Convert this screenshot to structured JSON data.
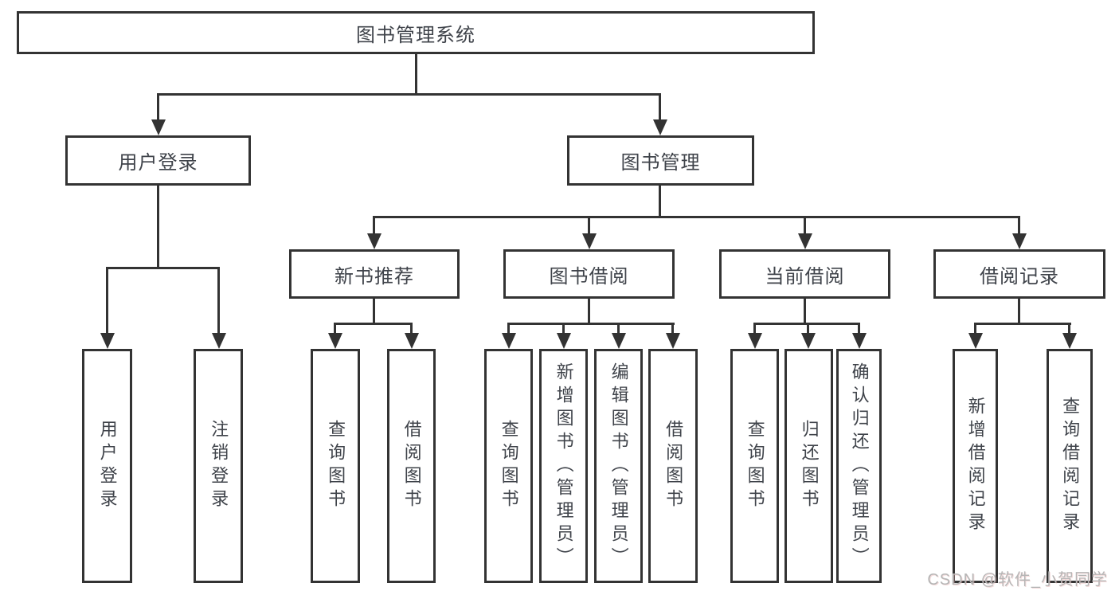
{
  "tree": {
    "label": "图书管理系统",
    "children": [
      {
        "label": "用户登录",
        "children": [
          {
            "label": "用户登录"
          },
          {
            "label": "注销登录"
          }
        ]
      },
      {
        "label": "图书管理",
        "children": [
          {
            "label": "新书推荐",
            "children": [
              {
                "label": "查询图书"
              },
              {
                "label": "借阅图书"
              }
            ]
          },
          {
            "label": "图书借阅",
            "children": [
              {
                "label": "查询图书"
              },
              {
                "label": "新增图书（管理员）"
              },
              {
                "label": "编辑图书（管理员）"
              },
              {
                "label": "借阅图书"
              }
            ]
          },
          {
            "label": "当前借阅",
            "children": [
              {
                "label": "查询图书"
              },
              {
                "label": "归还图书"
              },
              {
                "label": "确认归还（管理员）"
              }
            ]
          },
          {
            "label": "借阅记录",
            "children": [
              {
                "label": "新增借阅记录"
              },
              {
                "label": "查询借阅记录"
              }
            ]
          }
        ]
      }
    ]
  },
  "watermark": {
    "text": "CSDN @软件_小贺同学"
  },
  "colors": {
    "line": "#333333",
    "text": "#3f434a",
    "background": "#ffffff",
    "watermark": "#b6b6b6"
  }
}
